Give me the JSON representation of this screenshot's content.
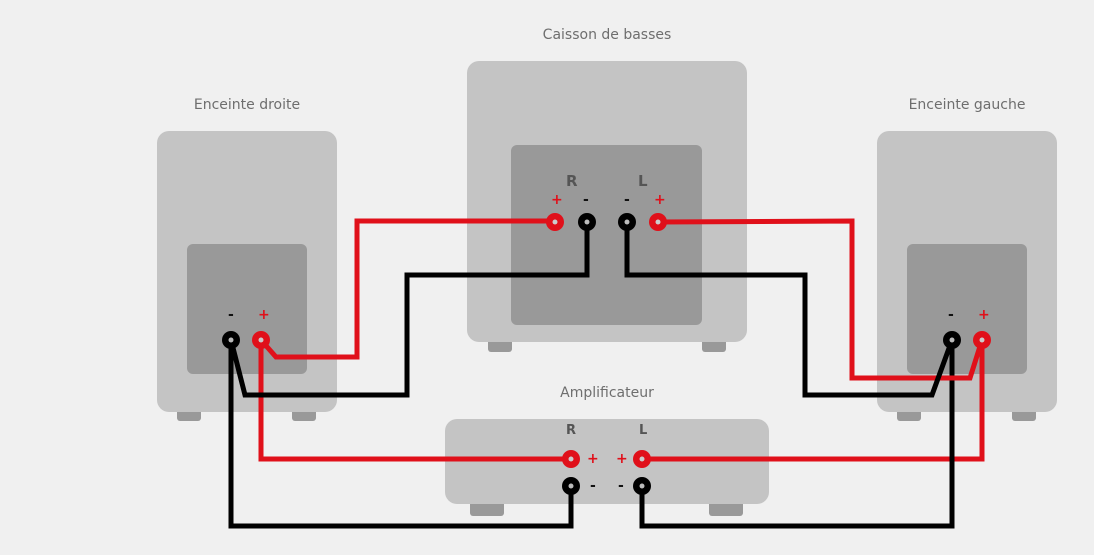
{
  "diagram": {
    "subwoofer": {
      "title": "Caisson de basses",
      "channels": [
        {
          "name": "R",
          "terminals": [
            {
              "sign": "+"
            },
            {
              "sign": "-"
            }
          ]
        },
        {
          "name": "L",
          "terminals": [
            {
              "sign": "-"
            },
            {
              "sign": "+"
            }
          ]
        }
      ]
    },
    "right_speaker": {
      "title": "Enceinte droite",
      "terminals": [
        {
          "sign": "-"
        },
        {
          "sign": "+"
        }
      ]
    },
    "left_speaker": {
      "title": "Enceinte gauche",
      "terminals": [
        {
          "sign": "-"
        },
        {
          "sign": "+"
        }
      ]
    },
    "amplifier": {
      "title": "Amplificateur",
      "channels": [
        {
          "name": "R",
          "pos": "+",
          "neg": "-"
        },
        {
          "name": "L",
          "pos": "+",
          "neg": "-"
        }
      ]
    },
    "colors": {
      "positive_wire": "#e0101a",
      "negative_wire": "#000000",
      "background": "#f0f0f0",
      "device_body": "#c4c4c4",
      "device_panel": "#999999"
    },
    "connections": [
      {
        "from": "amplifier.R+",
        "to": "right_speaker.+",
        "color": "positive"
      },
      {
        "from": "amplifier.R-",
        "to": "right_speaker.-",
        "color": "negative"
      },
      {
        "from": "amplifier.L+",
        "to": "left_speaker.+",
        "color": "positive"
      },
      {
        "from": "amplifier.L-",
        "to": "left_speaker.-",
        "color": "negative"
      },
      {
        "from": "right_speaker.+",
        "to": "subwoofer.R+",
        "color": "positive"
      },
      {
        "from": "right_speaker.-",
        "to": "subwoofer.R-",
        "color": "negative"
      },
      {
        "from": "left_speaker.+",
        "to": "subwoofer.L+",
        "color": "positive"
      },
      {
        "from": "left_speaker.-",
        "to": "subwoofer.L-",
        "color": "negative"
      }
    ]
  }
}
